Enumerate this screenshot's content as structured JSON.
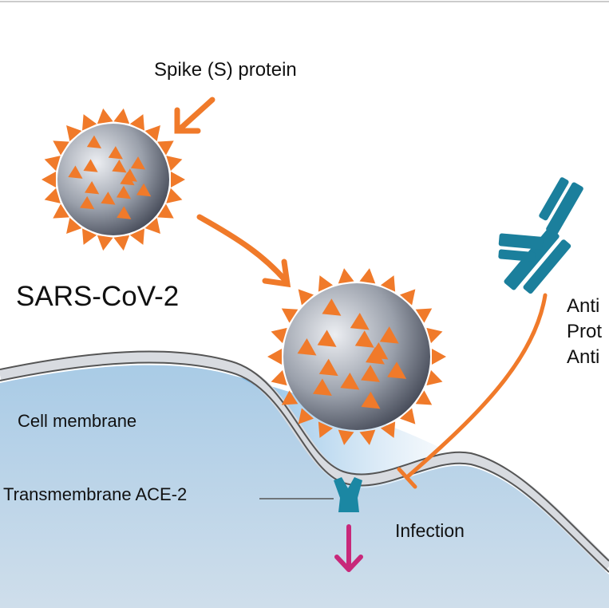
{
  "labels": {
    "spike_protein": "Spike (S) protein",
    "virus_name": "SARS-CoV-2",
    "cell_membrane": "Cell membrane",
    "ace2": "Transmembrane ACE-2",
    "infection": "Infection",
    "antibody_lines": [
      "Anti",
      "Prot",
      "Anti"
    ]
  },
  "colors": {
    "spike": "#f07a2a",
    "arrow": "#f07a2a",
    "antibody": "#1b7f9c",
    "ace2": "#1b87a3",
    "infection_arrow": "#c8287a",
    "cell": "#b9d3e8"
  }
}
